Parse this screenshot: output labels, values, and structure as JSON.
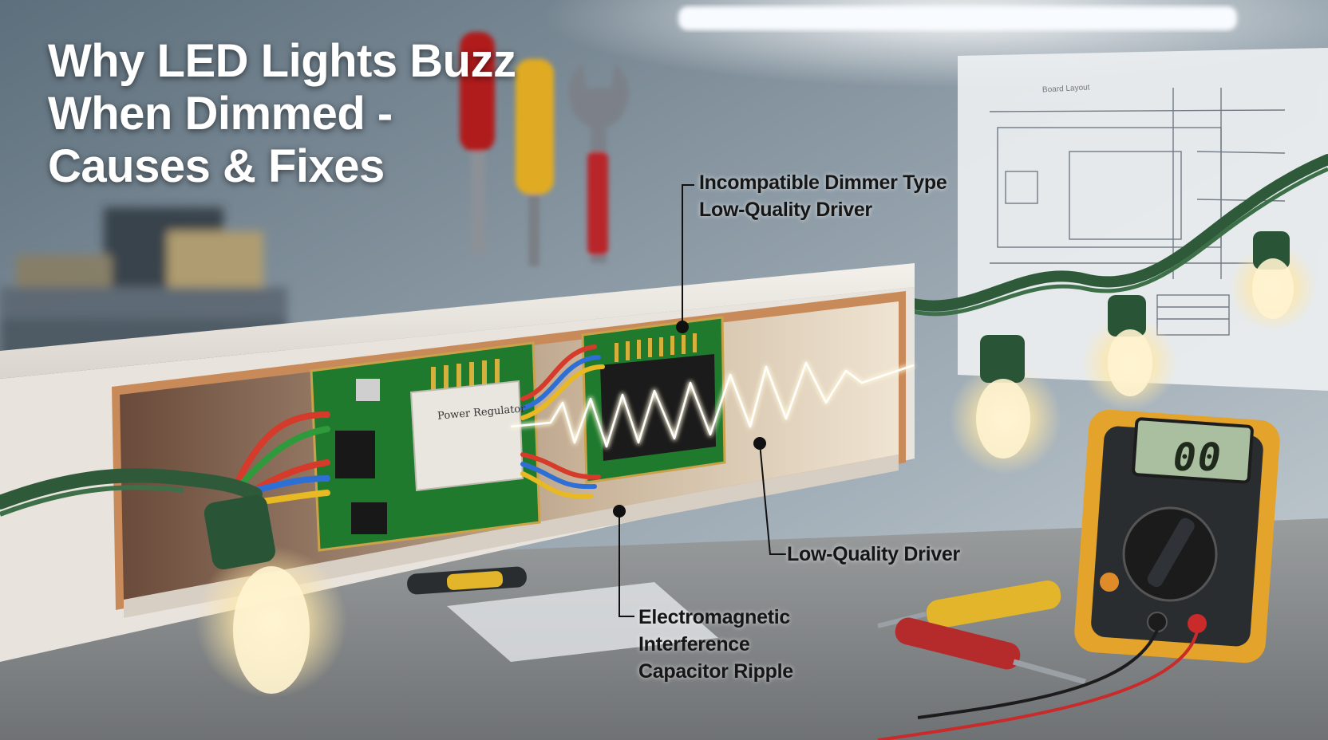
{
  "title": {
    "line1": "Why LED Lights Buzz",
    "line2": "When Dimmed -",
    "line3": "Causes & Fixes"
  },
  "callouts": {
    "top": {
      "line1": "Incompatible Dimmer Type",
      "line2": "Low-Quality Driver"
    },
    "right": {
      "line1": "Low-Quality Driver"
    },
    "bottom": {
      "line1": "Electromagnetic",
      "line2": "Interference",
      "line3": "Capacitor Ripple"
    }
  },
  "objects": {
    "chip_label": "Power Regulator",
    "schematic_title": "Board Layout",
    "multimeter_display": "00"
  },
  "colors": {
    "pcb": "#1f7a2e",
    "wire_red": "#d63a2a",
    "wire_green": "#2e9a3c",
    "wire_blue": "#2e6fd6",
    "wire_yellow": "#e8b923",
    "cable": "#2e5a3a",
    "glow": "#fff2c8",
    "multimeter": "#e4a32a"
  }
}
